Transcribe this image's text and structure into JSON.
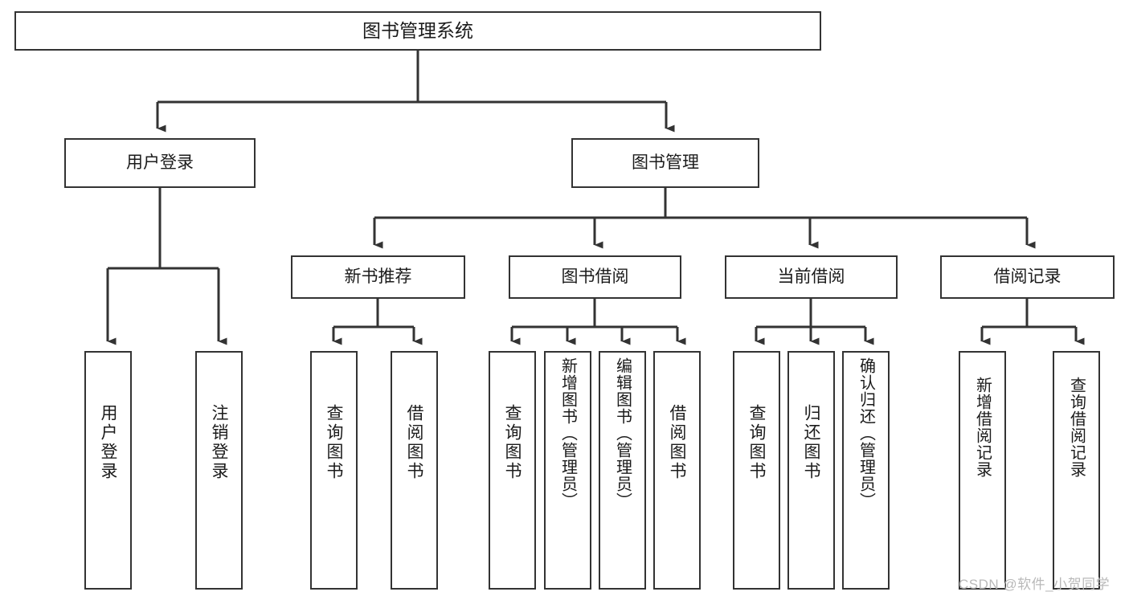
{
  "diagram": {
    "title": "图书管理系统",
    "root": {
      "label": "图书管理系统"
    },
    "level2": [
      {
        "label": "用户登录"
      },
      {
        "label": "图书管理"
      }
    ],
    "level3": [
      {
        "label": "新书推荐"
      },
      {
        "label": "图书借阅"
      },
      {
        "label": "当前借阅"
      },
      {
        "label": "借阅记录"
      }
    ],
    "leaves": [
      {
        "label": "用户登录"
      },
      {
        "label": "注销登录"
      },
      {
        "label": "查询图书"
      },
      {
        "label": "借阅图书"
      },
      {
        "label": "查询图书"
      },
      {
        "label": "新增图书（管理员）"
      },
      {
        "label": "编辑图书（管理员）"
      },
      {
        "label": "借阅图书"
      },
      {
        "label": "查询图书"
      },
      {
        "label": "归还图书"
      },
      {
        "label": "确认归还（管理员）"
      },
      {
        "label": "新增借阅记录"
      },
      {
        "label": "查询借阅记录"
      }
    ]
  },
  "watermark": {
    "text": "CSDN @软件_小贺同学"
  },
  "colors": {
    "stroke": "#333333",
    "background": "#ffffff",
    "text": "#1b1b1b",
    "watermark": "#b9b9b9"
  }
}
